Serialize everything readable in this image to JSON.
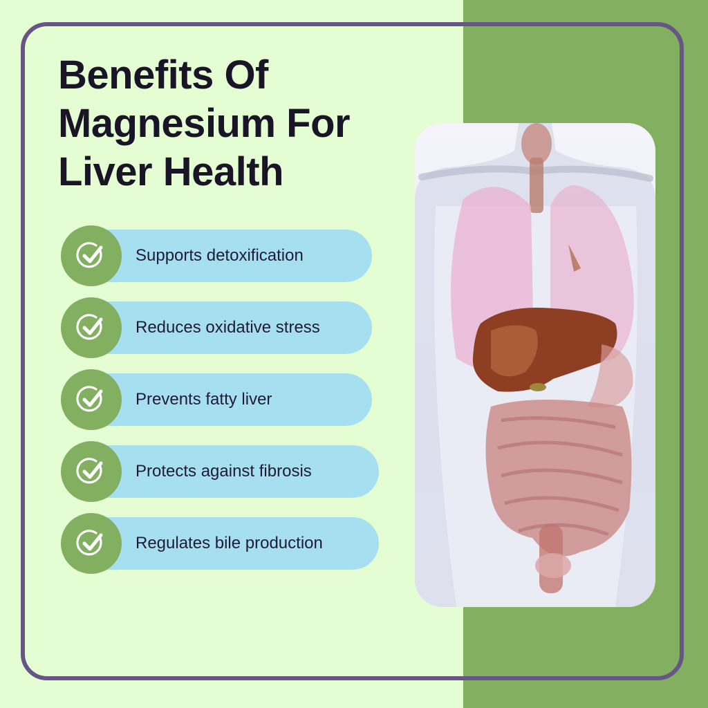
{
  "title": {
    "lines": [
      "Benefits Of",
      "Magnesium For",
      "Liver Health"
    ]
  },
  "benefits": [
    {
      "label": "Supports detoxification",
      "icon": "check-circle-icon"
    },
    {
      "label": "Reduces oxidative stress",
      "icon": "check-circle-icon"
    },
    {
      "label": "Prevents fatty liver",
      "icon": "check-circle-icon"
    },
    {
      "label": "Protects against fibrosis",
      "icon": "check-circle-icon"
    },
    {
      "label": "Regulates bile production",
      "icon": "check-circle-icon"
    }
  ],
  "image": {
    "description": "Anatomical illustration of human torso with highlighted liver, lungs and intestines"
  },
  "colors": {
    "background": "#e4fdd3",
    "accent_green": "#82b060",
    "pill_blue": "#a6e0f0",
    "frame_purple": "#675586",
    "title_text": "#1a1427"
  }
}
